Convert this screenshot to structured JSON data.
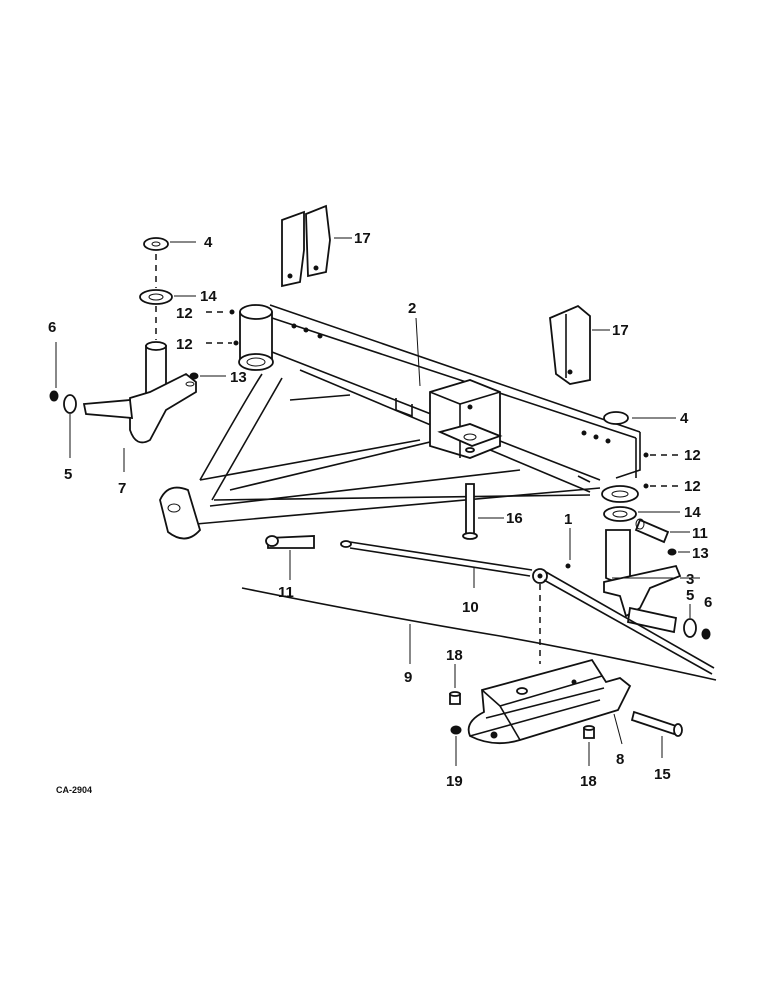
{
  "diagram": {
    "code": "CA-2904",
    "labels": {
      "l1": "1",
      "l2": "2",
      "l3": "3",
      "l4a": "4",
      "l4b": "4",
      "l5a": "5",
      "l5b": "5",
      "l6a": "6",
      "l6b": "6",
      "l7": "7",
      "l8": "8",
      "l9": "9",
      "l10": "10",
      "l11a": "11",
      "l11b": "11",
      "l12a": "12",
      "l12b": "12",
      "l12c": "12",
      "l12d": "12",
      "l13a": "13",
      "l13b": "13",
      "l14a": "14",
      "l14b": "14",
      "l15": "15",
      "l16": "16",
      "l17a": "17",
      "l17b": "17",
      "l18a": "18",
      "l18b": "18",
      "l19": "19"
    }
  }
}
